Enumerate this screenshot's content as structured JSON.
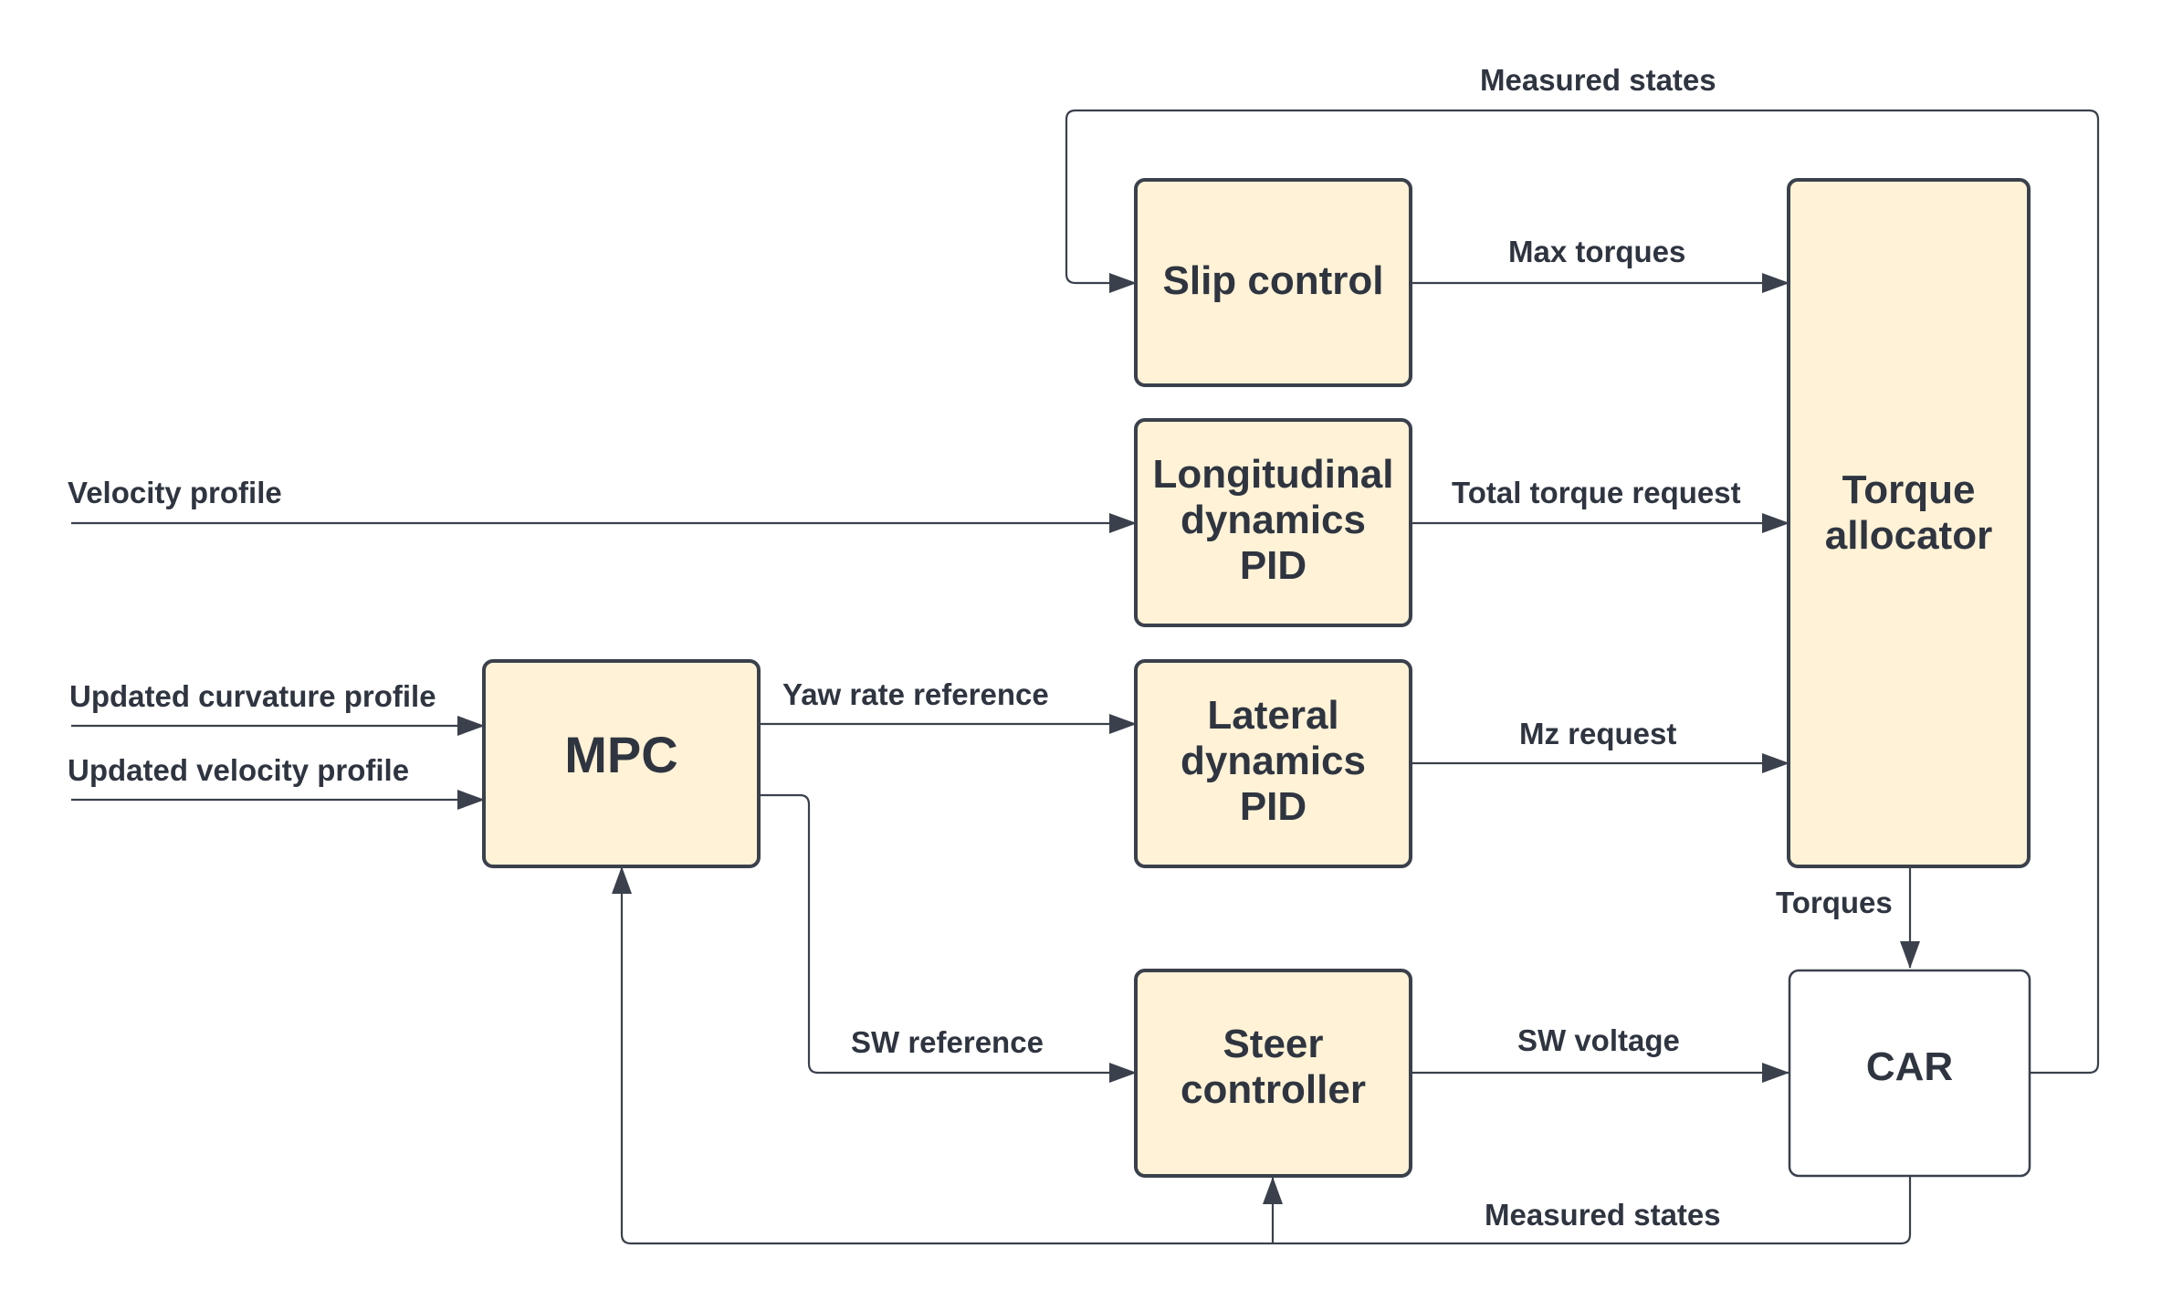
{
  "blocks": {
    "slip_control": [
      "Slip control"
    ],
    "longitudinal_pid": [
      "Longitudinal",
      "dynamics",
      "PID"
    ],
    "lateral_pid": [
      "Lateral",
      "dynamics",
      "PID"
    ],
    "mpc": [
      "MPC"
    ],
    "steer_controller": [
      "Steer",
      "controller"
    ],
    "torque_allocator": [
      "Torque",
      "allocator"
    ],
    "car": [
      "CAR"
    ]
  },
  "signals": {
    "measured_states_top": "Measured states",
    "max_torques": "Max torques",
    "velocity_profile": "Velocity profile",
    "total_torque_request": "Total torque request",
    "updated_curvature_profile": "Updated curvature profile",
    "updated_velocity_profile": "Updated velocity profile",
    "yaw_rate_reference": "Yaw rate reference",
    "mz_request": "Mz request",
    "torques": "Torques",
    "sw_reference": "SW reference",
    "sw_voltage": "SW voltage",
    "measured_states_bottom": "Measured states"
  },
  "colors": {
    "block_fill": "#fff2d6",
    "stroke": "#3a414c",
    "text": "#2f3540"
  }
}
